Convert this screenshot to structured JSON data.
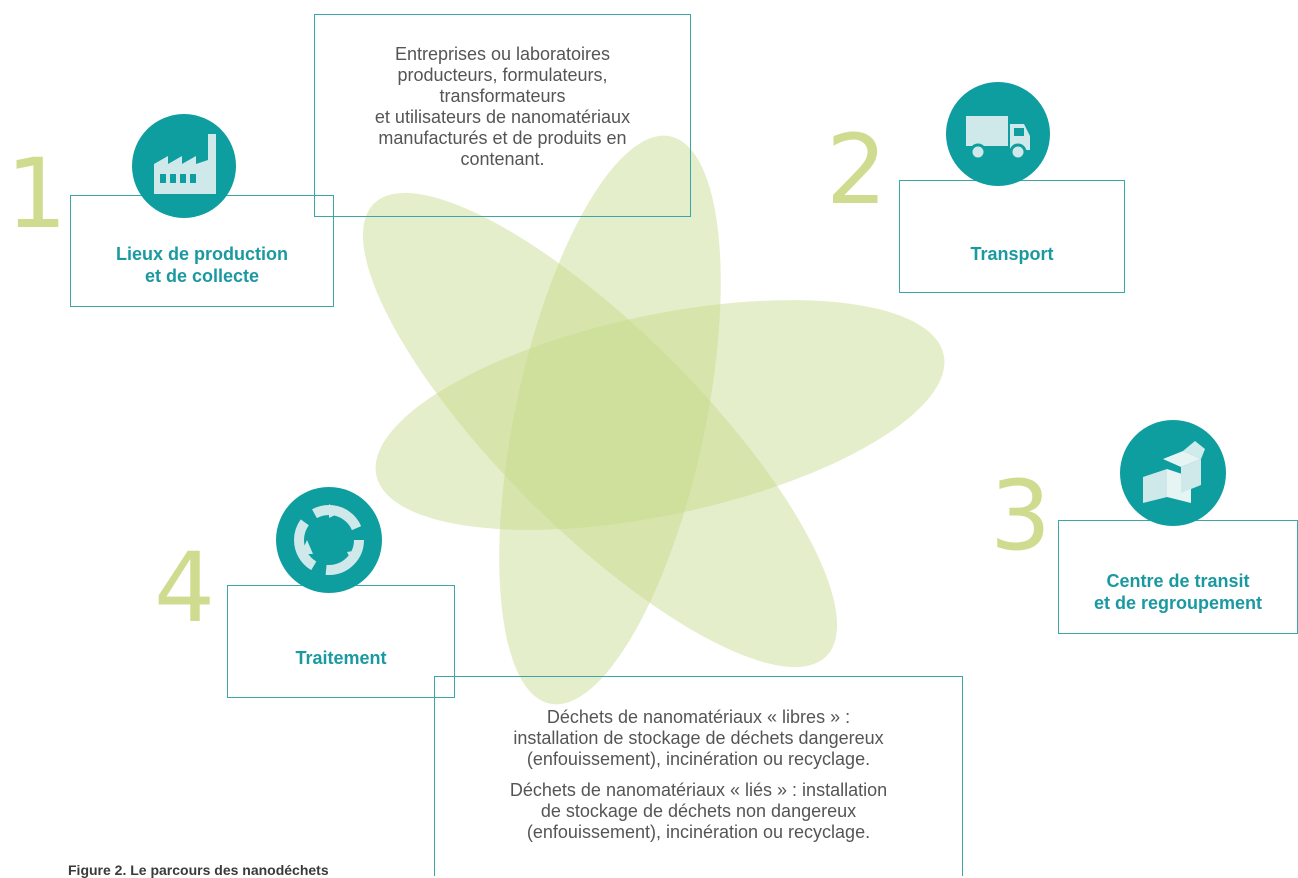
{
  "stages": [
    {
      "number": "1",
      "label_line1": "Lieux de production",
      "label_line2": "et de collecte",
      "icon": "factory-icon"
    },
    {
      "number": "2",
      "label_line1": "Transport",
      "label_line2": "",
      "icon": "truck-icon"
    },
    {
      "number": "3",
      "label_line1": "Centre de transit",
      "label_line2": "et de regroupement",
      "icon": "boxes-icon"
    },
    {
      "number": "4",
      "label_line1": "Traitement",
      "label_line2": "",
      "icon": "recycle-icon"
    }
  ],
  "producers_box": {
    "lines": [
      "Entreprises ou laboratoires",
      "producteurs, formulateurs,",
      "transformateurs",
      "et utilisateurs de nanomatériaux",
      "manufacturés et de produits en",
      "contenant."
    ]
  },
  "waste_box": {
    "para1": [
      "Déchets de nanomatériaux « libres » :",
      "installation de stockage de déchets dangereux",
      "(enfouissement), incinération ou recyclage."
    ],
    "para2": [
      "Déchets de nanomatériaux « liés » : installation",
      "de stockage de déchets non dangereux",
      "(enfouissement), incinération ou recyclage."
    ]
  },
  "caption": "Figure 2. Le parcours des nanodéchets",
  "colors": {
    "teal": "#0e9ea0",
    "teal_text": "#1a9aa0",
    "number_green": "#cfdc8f",
    "petal_green": "#c6d98a"
  }
}
